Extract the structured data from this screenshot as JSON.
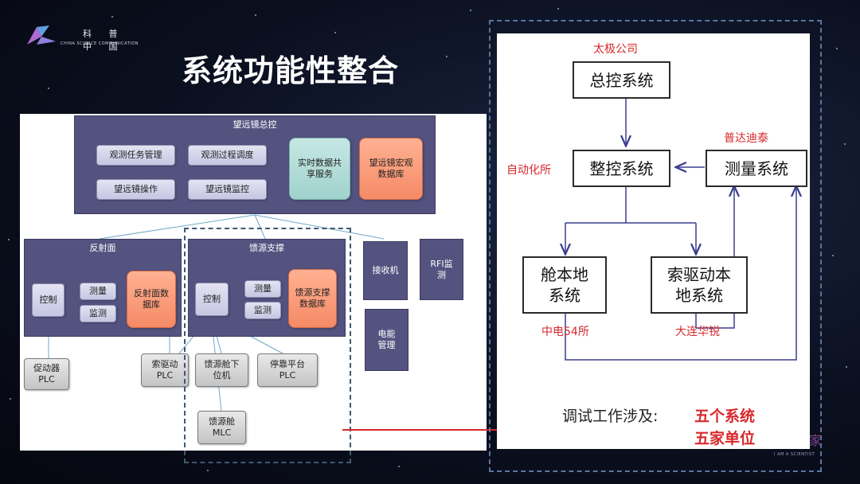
{
  "logo": {
    "cn": "科 普 中 国",
    "en": "CHINA SCIENCE COMMUNICATION"
  },
  "title": "系统功能性整合",
  "left": {
    "top_box": "望远镜总控",
    "obs_task": "观测任务管理",
    "obs_proc": "观测过程调度",
    "tel_op": "望远镜操作",
    "tel_mon": "望远镜监控",
    "rt_share": "实时数据共享服务",
    "macro_db": "望远镜宏观数据库",
    "reflector": "反射面",
    "ref_ctrl": "控制",
    "ref_meas": "测量",
    "ref_mon": "监测",
    "ref_db": "反射面数据库",
    "feed": "馈源支撑",
    "feed_ctrl": "控制",
    "feed_meas": "测量",
    "feed_mon": "监测",
    "feed_db": "馈源支撑数据库",
    "receiver": "接收机",
    "rfi": "RFI监测",
    "power": "电能管理",
    "actuator": "促动器PLC",
    "cable_drive": "索驱动PLC",
    "cabin_lower": "馈源舱下位机",
    "dock": "停靠平台PLC",
    "cabin_mlc": "馈源舱MLC"
  },
  "right": {
    "company_taiji": "太极公司",
    "box_master": "总控系统",
    "box_integration": "整控系统",
    "box_measure": "测量系统",
    "box_cabin": "舱本地系统",
    "box_cable": "索驱动本地系统",
    "label_auto": "自动化所",
    "label_puda": "普达迪泰",
    "label_cetc": "中电54所",
    "label_dalian": "大连华锐",
    "summary_prefix": "调试工作涉及:",
    "summary_systems": "五个系统",
    "summary_units": "五家单位"
  },
  "watermark": {
    "glyph": "家",
    "text": "I AM A SCIENTIST"
  },
  "colors": {
    "purple_box": "#545380",
    "lavender_box": "#c6c6e2",
    "teal_box": "#a0d2cd",
    "salmon_box": "#f58a66",
    "grey_box": "#c4c4c4",
    "red_accent": "#d8282c",
    "dark_blue_line": "#3a3f8f"
  }
}
